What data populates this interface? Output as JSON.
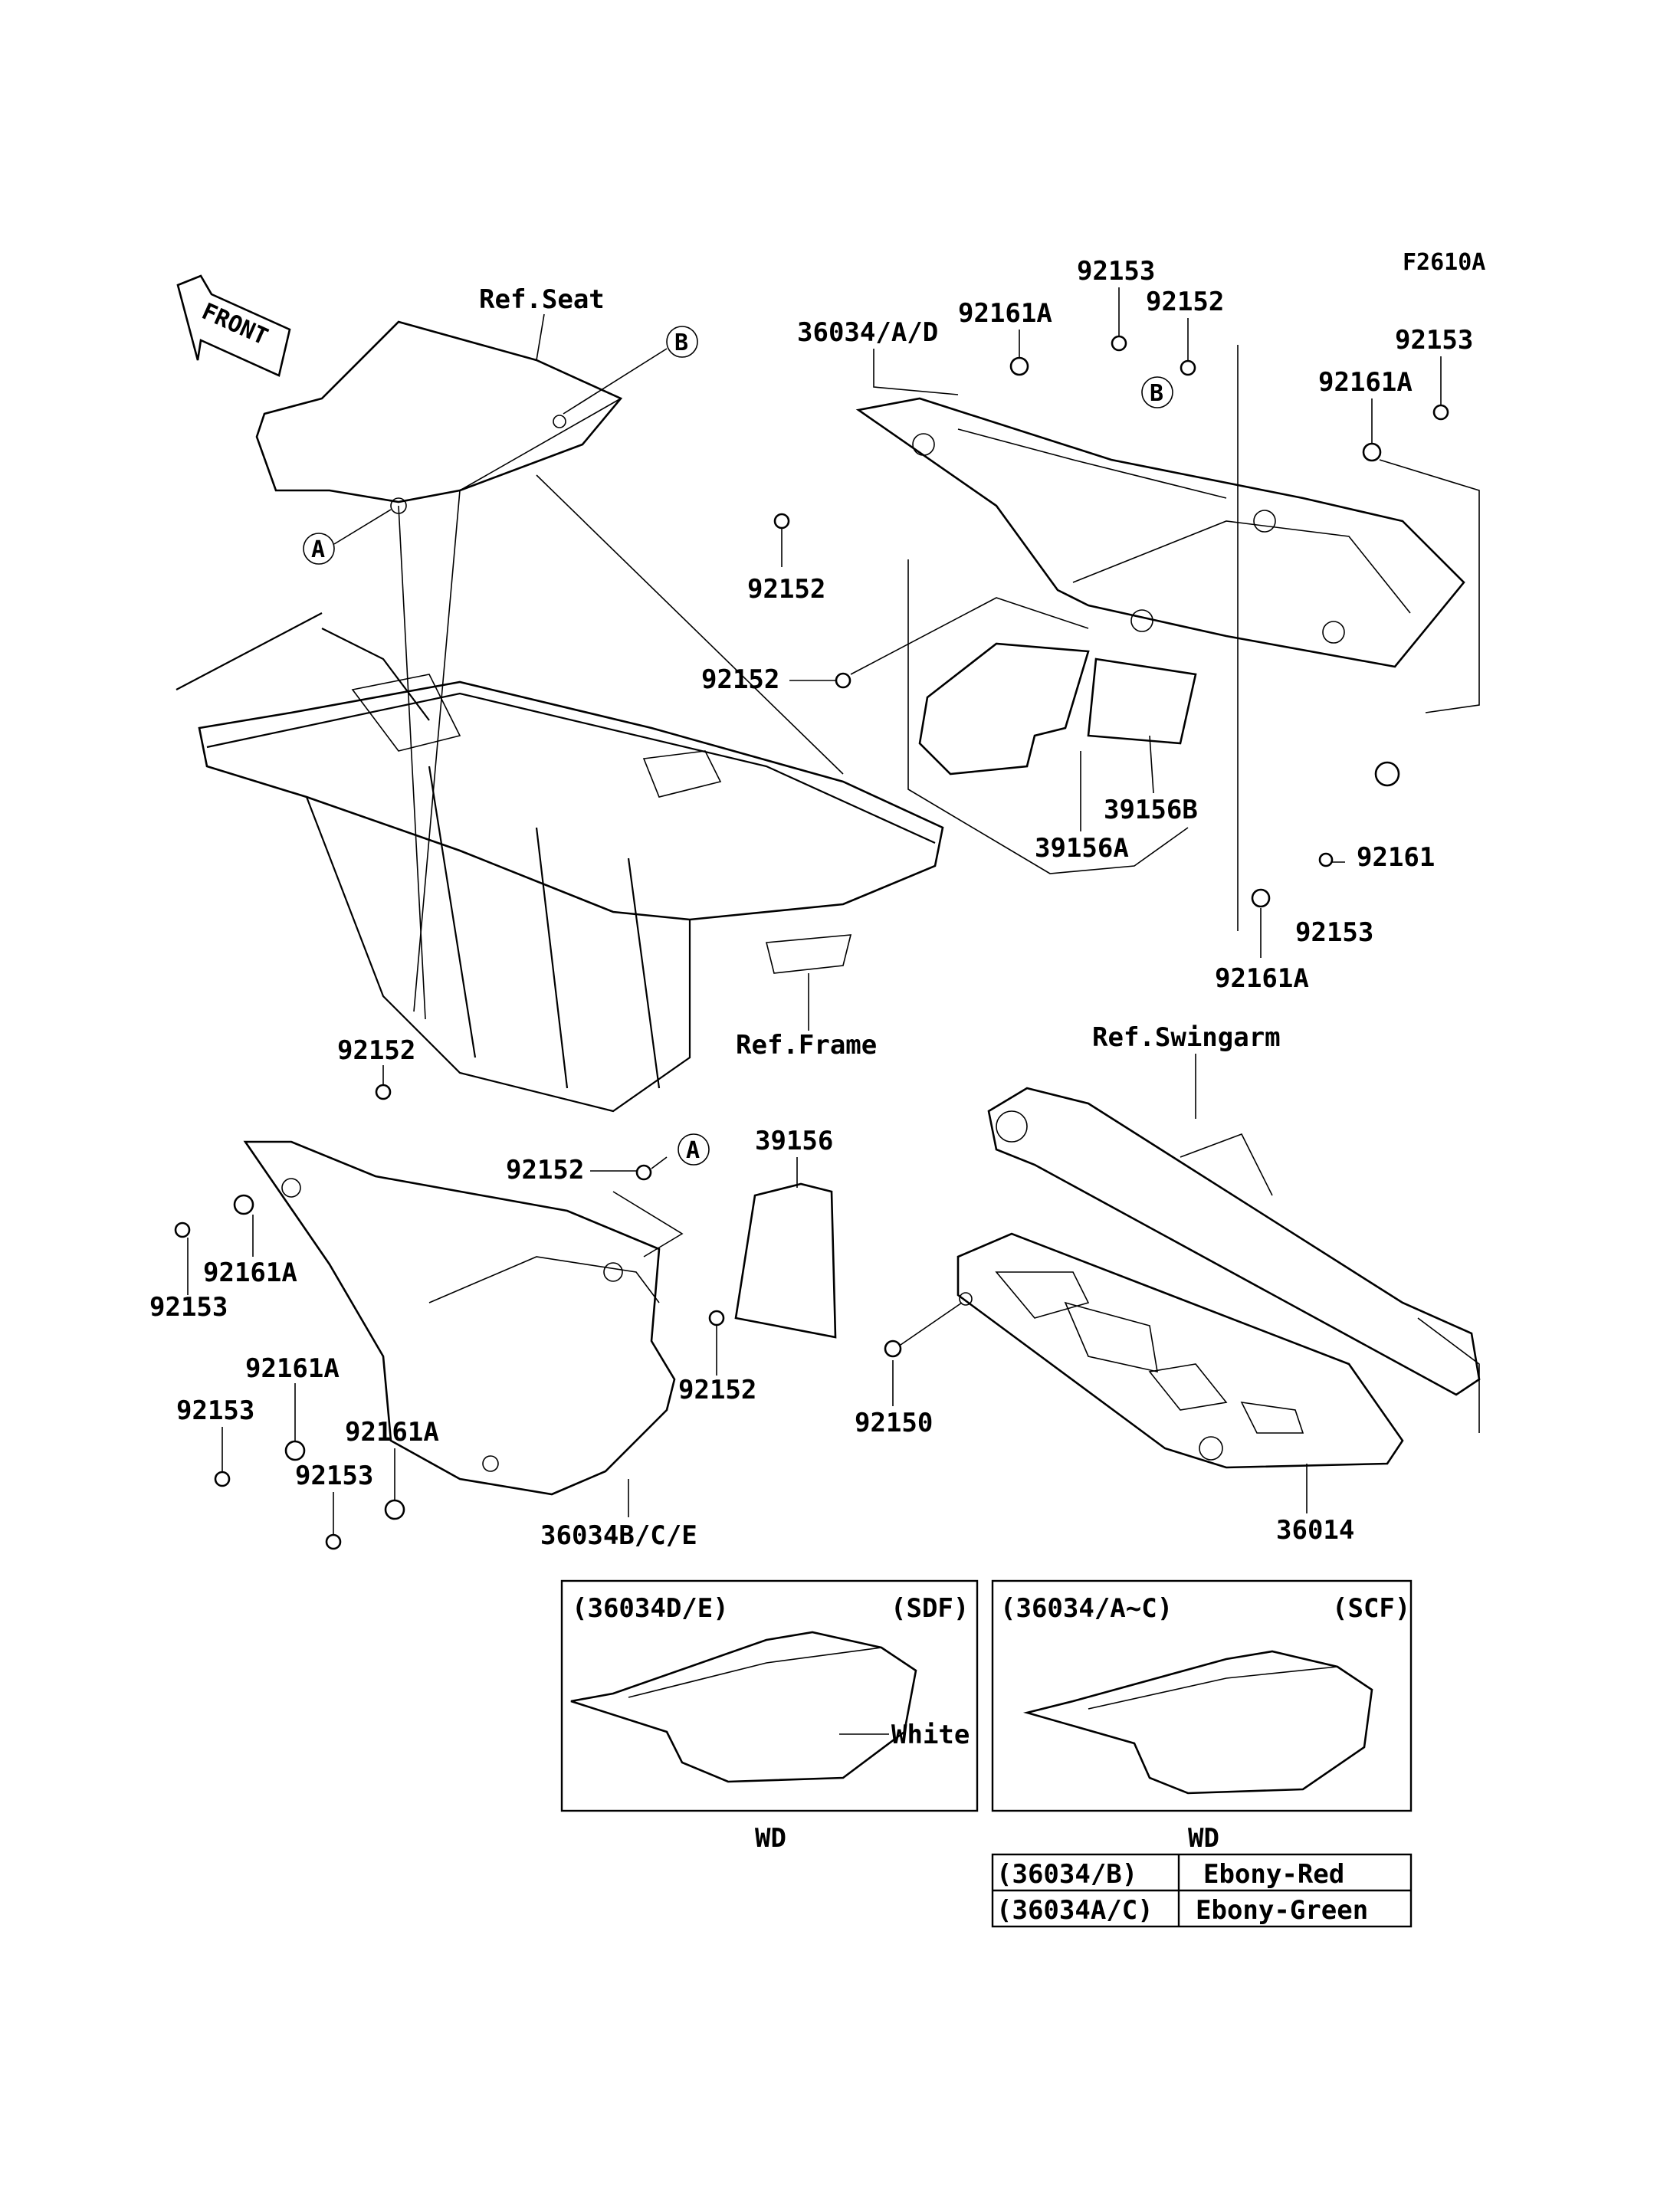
{
  "figure_code": "F2610A",
  "front_label": "FRONT",
  "references": {
    "seat": "Ref.Seat",
    "frame": "Ref.Frame",
    "swingarm": "Ref.Swingarm"
  },
  "markers": {
    "a": "A",
    "b": "B"
  },
  "part_numbers": {
    "p36034_a_d": "36034/A/D",
    "p36034b_c_e": "36034B/C/E",
    "p36014": "36014",
    "p39156": "39156",
    "p39156a": "39156A",
    "p39156b": "39156B",
    "p92150": "92150",
    "p92152": "92152",
    "p92153": "92153",
    "p92161": "92161",
    "p92161a": "92161A"
  },
  "variant_boxes": [
    {
      "models": "(36034D/E)",
      "market": "(SDF)",
      "color_note": "White",
      "caption": "WD"
    },
    {
      "models": "(36034/A~C)",
      "market": "(SCF)",
      "color_note": "",
      "caption": "WD"
    }
  ],
  "color_table": [
    {
      "part": "(36034/B)",
      "color": "Ebony-Red"
    },
    {
      "part": "(36034A/C)",
      "color": "Ebony-Green"
    }
  ]
}
